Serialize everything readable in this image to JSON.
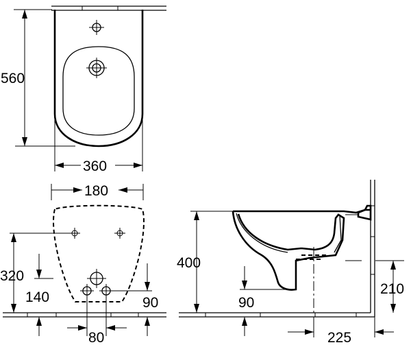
{
  "title": "",
  "views": {
    "top": {
      "height_label": "560",
      "width_label": "360"
    },
    "wall": {
      "spacing_top_label": "180",
      "height_label": "320",
      "offset_label": "140",
      "right_label": "90",
      "spacing_bottom_label": "80"
    },
    "side": {
      "height_label": "400",
      "inlet_label": "90",
      "drain_label": "210",
      "depth_label": "225"
    }
  }
}
